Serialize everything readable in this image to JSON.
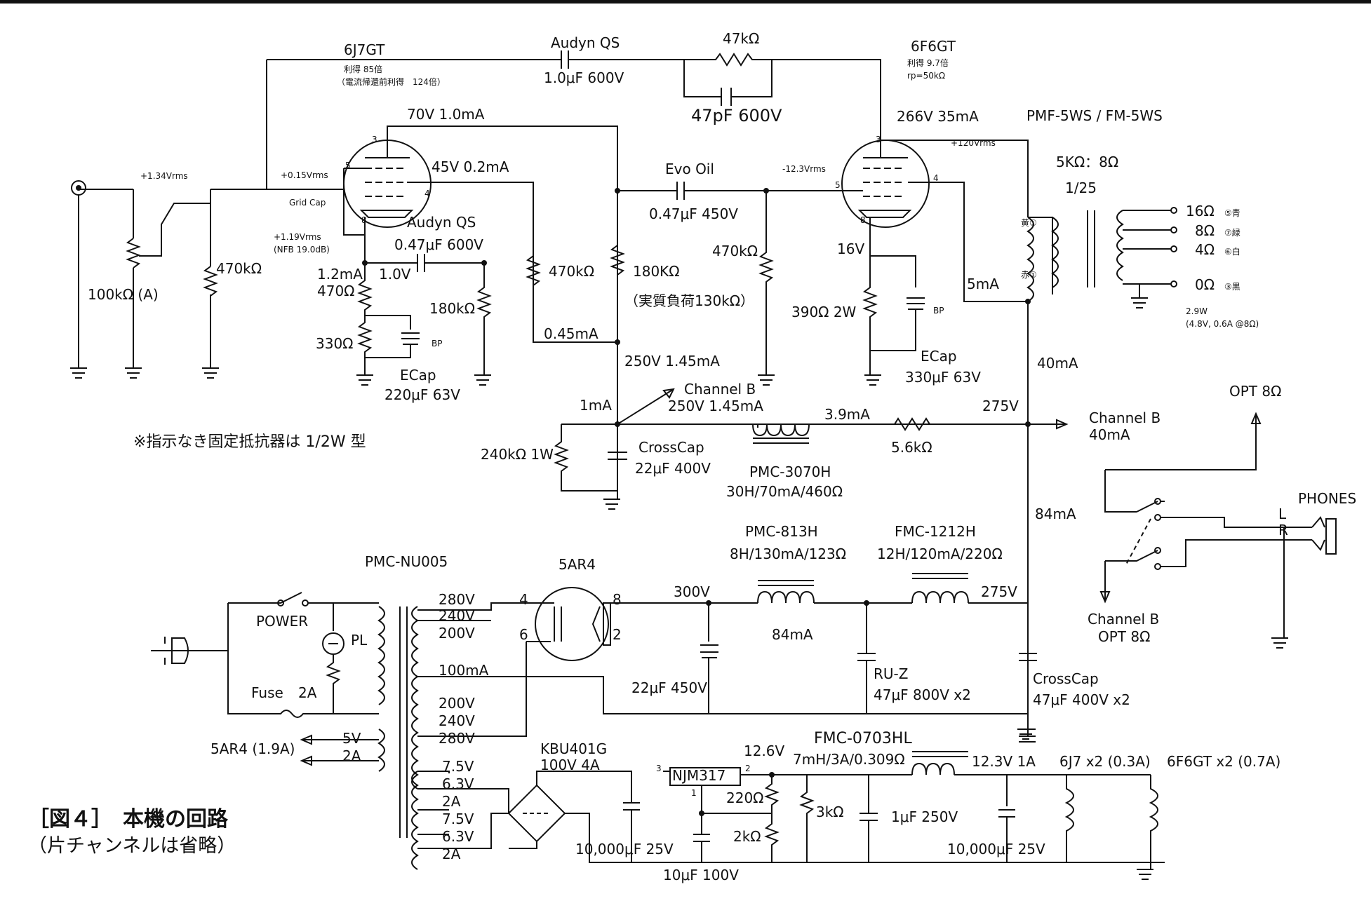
{
  "figure": {
    "caption_title": "［図４］　本機の回路",
    "caption_sub": "（片チャンネルは省略）",
    "note": "※指示なき固定抵抗器は 1/2W 型"
  },
  "labels": {
    "v1_name": "6J7GT",
    "v1_gain": "利得 85倍",
    "v1_gain2": "（電流帰還前利得　124倍）",
    "audyn1": "Audyn QS",
    "audyn1_val": "1.0μF 600V",
    "r47k": "47kΩ",
    "c47p": "47pF 600V",
    "v2_name": "6F6GT",
    "v2_gain": "利得 9.7倍",
    "v2_rp": "rp=50kΩ",
    "v1_plate": "70V 1.0mA",
    "v1_screen": "45V 0.2mA",
    "in_level": "+1.34Vrms",
    "grid_level": "+0.15Vrms",
    "grid_cap": "Grid Cap",
    "nfb_level": "+1.19Vrms",
    "nfb_db": "(NFB 19.0dB)",
    "audyn2": "Audyn QS",
    "audyn2_val": "0.47μF 600V",
    "pot": "100kΩ (A)",
    "r470k_in": "470kΩ",
    "k_cur": "1.2mA",
    "r470": "470Ω",
    "k_v": "1.0V",
    "r330": "330Ω",
    "bp1": "BP",
    "ecap1": "ECap",
    "ecap1_val": "220μF 63V",
    "r180k_a": "180kΩ",
    "r470k_scr": "470kΩ",
    "r180k_pl": "180KΩ",
    "load_note": "（実質負荷130kΩ）",
    "scr_cur": "0.45mA",
    "b_v": "250V 1.45mA",
    "evo": "Evo Oil",
    "evo_val": "0.47μF 450V",
    "r470k_g2": "470kΩ",
    "v2_grid": "-12.3Vrms",
    "v2_plate": "266V  35mA",
    "v2_out": "+120Vrms",
    "v2_kv": "16V",
    "r390": "390Ω 2W",
    "bp2": "BP",
    "ecap2": "ECap",
    "ecap2_val": "330μF 63V",
    "opt": "PMF-5WS / FM-5WS",
    "opt_ratio": "5KΩ：8Ω",
    "opt_turns": "1/25",
    "opt_yel": "黄①",
    "opt_red": "赤①",
    "opt_cur": "5mA",
    "tap16": "16Ω",
    "tap16c": "⑤青",
    "tap8": "8Ω",
    "tap8c": "⑦緑",
    "tap4": "4Ω",
    "tap4c": "⑥白",
    "tap0": "0Ω",
    "tap0c": "③黒",
    "opt_pwr": "2.9W",
    "opt_pwr2": "(4.8V, 0.6A @8Ω)",
    "i40": "40mA",
    "i1": "1mA",
    "chb": "Channel B",
    "chb_v": "250V 1.45mA",
    "i39": "3.9mA",
    "v275a": "275V",
    "r56k": "5.6kΩ",
    "chb2": "Channel B",
    "chb2_i": "40mA",
    "r240k": "240kΩ 1W",
    "crosscap1": "CrossCap",
    "crosscap1_val": "22μF 400V",
    "choke1": "PMC-3070H",
    "choke1_val": "30H/70mA/460Ω",
    "opt8": "OPT 8Ω",
    "i84": "84mA",
    "phones": "PHONES",
    "jack_l": "L",
    "jack_r": "R",
    "chb3": "Channel B",
    "chb3_opt": "OPT 8Ω",
    "pt": "PMC-NU005",
    "rect": "5AR4",
    "choke2": "PMC-813H",
    "choke2_val": "8H/130mA/123Ω",
    "choke3": "FMC-1212H",
    "choke3_val": "12H/120mA/220Ω",
    "v280": "280V",
    "v240": "240V",
    "v200": "200V",
    "i100": "100mA",
    "v200b": "200V",
    "v240b": "240V",
    "v280b": "280V",
    "pin4": "4",
    "pin8": "8",
    "pin6": "6",
    "pin2": "2",
    "v300": "300V",
    "i84b": "84mA",
    "v275b": "275V",
    "power": "POWER",
    "pl": "PL",
    "fuse": "Fuse",
    "fuse_val": "2A",
    "c22": "22μF 450V",
    "ruz": "RU-Z",
    "ruz_val": "47μF 800V x2",
    "crosscap2": "CrossCap",
    "crosscap2_val": "47μF 400V x2",
    "heater_5ar4": "5AR4 (1.9A)",
    "v5": "5V",
    "a2": "2A",
    "bridge": "KBU401G",
    "bridge_val": "100V 4A",
    "reg": "NJM317",
    "v126": "12.6V",
    "choke4": "FMC-0703HL",
    "choke4_val": "7mH/3A/0.309Ω",
    "v123": "12.3V 1A",
    "h6j7": "6J7 x2 (0.3A)",
    "h6f6": "6F6GT x2 (0.7A)",
    "t75": "7.5V",
    "t63": "6.3V",
    "t2a": "2A",
    "t75b": "7.5V",
    "t63b": "6.3V",
    "t2ab": "2A",
    "c10000a": "10,000μF 25V",
    "r220": "220Ω",
    "r2k": "2kΩ",
    "c10u": "10μF 100V",
    "r3k": "3kΩ",
    "c1u": "1μF 250V",
    "c10000b": "10,000μF 25V",
    "p3": "3",
    "p2": "2",
    "p1": "1",
    "pin_v1_3": "3",
    "pin_v1_5": "5",
    "pin_v1_4": "4",
    "pin_v1_8": "8",
    "pin_v2_3": "3",
    "pin_v2_5": "5",
    "pin_v2_4": "4",
    "pin_v2_8": "8"
  }
}
